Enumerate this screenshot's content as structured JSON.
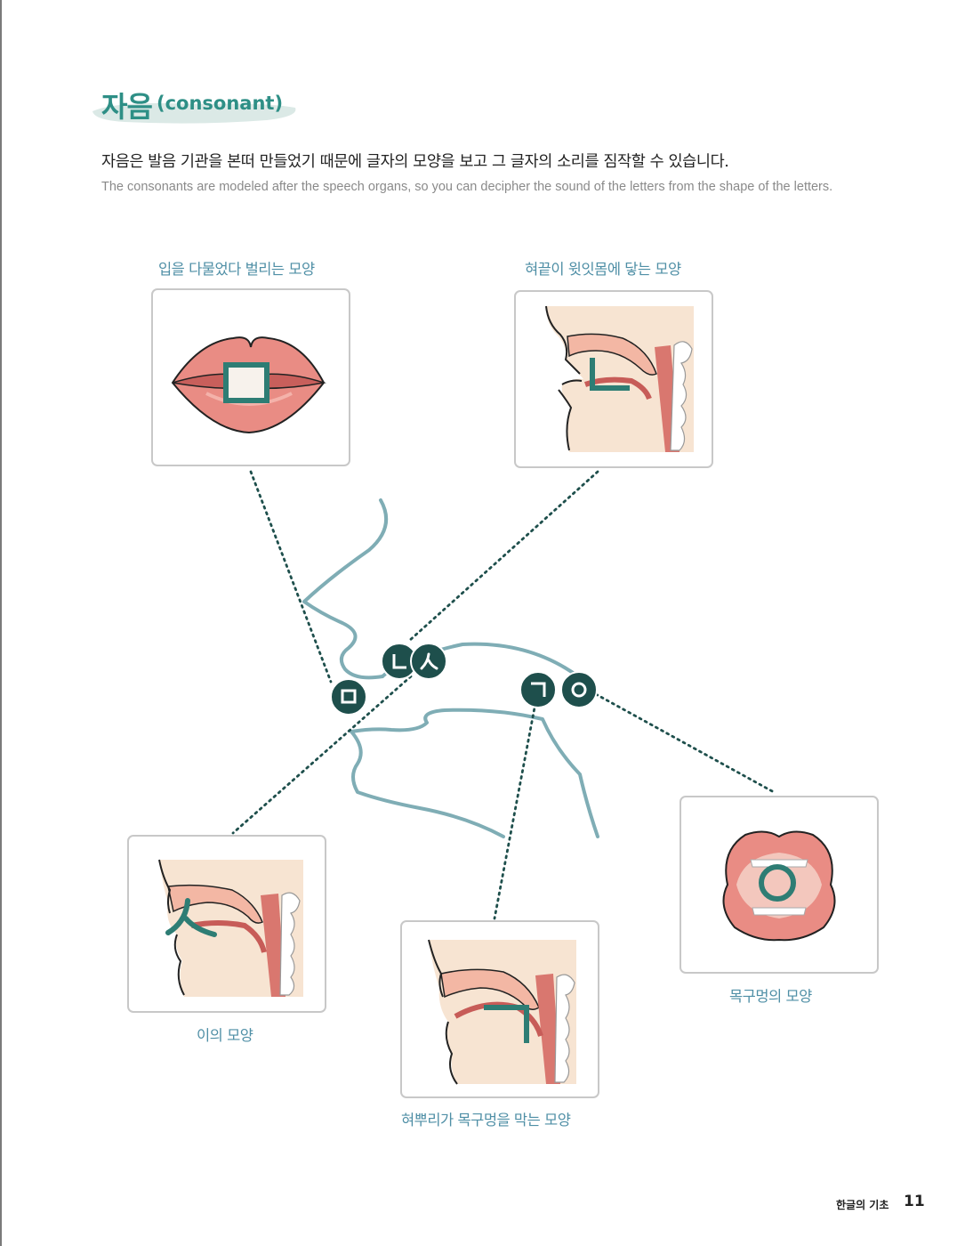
{
  "title": {
    "korean": "자음",
    "english": "(consonant)"
  },
  "intro": {
    "korean": "자음은 발음 기관을 본떠 만들었기 때문에 글자의 모양을 보고 그 글자의 소리를 짐작할 수 있습니다.",
    "english": "The consonants are modeled after the speech organs, so you can decipher the sound of the letters from the shape of the letters."
  },
  "figures": {
    "mieum": {
      "caption": "입을 다물었다 벌리는 모양",
      "letter": "ㅁ"
    },
    "nieun": {
      "caption": "혀끝이 윗잇몸에 닿는 모양",
      "letter": "ㄴ"
    },
    "siot": {
      "caption": "이의 모양",
      "letter": "ㅅ"
    },
    "giyeok": {
      "caption": "혀뿌리가 목구멍을 막는 모양",
      "letter": "ㄱ"
    },
    "ieung": {
      "caption": "목구멍의 모양",
      "letter": "ㅇ"
    }
  },
  "colors": {
    "accent": "#2e8f86",
    "badge": "#1e4f4c",
    "caption": "#4f8fa6",
    "outline": "#7fadb5"
  },
  "footer": {
    "section": "한글의 기초",
    "page": "11"
  }
}
